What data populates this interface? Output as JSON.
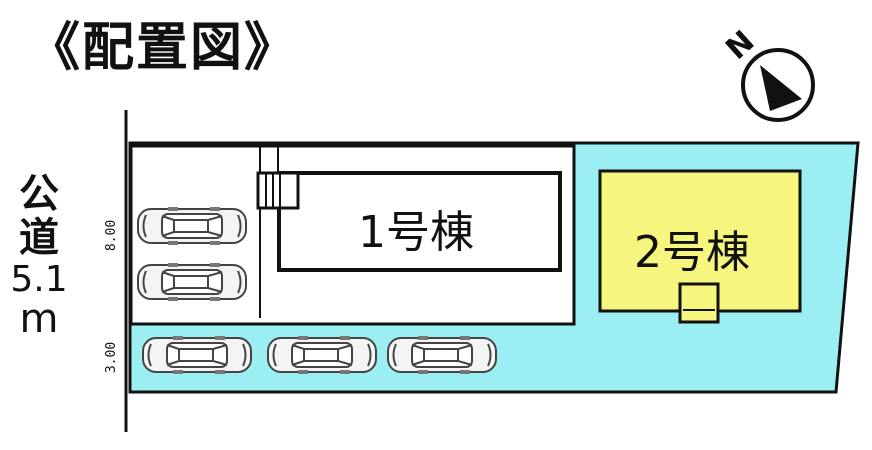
{
  "title": "《配置図》",
  "road": {
    "line1": "公",
    "line2": "道",
    "width": "5.1",
    "unit": "m"
  },
  "dimensions": {
    "upper": "8.00",
    "lower": "3.00"
  },
  "buildings": {
    "b1": "1号棟",
    "b2": "2号棟"
  },
  "compass": {
    "letter": "N"
  },
  "colors": {
    "lot2": "#9BEEF2",
    "house2": "#F6F67E",
    "lot1": "#ffffff",
    "line": "#111111"
  }
}
